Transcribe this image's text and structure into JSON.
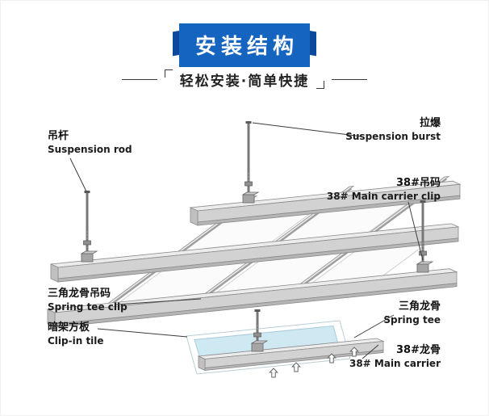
{
  "header": {
    "title": "安装结构",
    "subtitle": "轻松安装·简单快捷"
  },
  "labels": {
    "suspension_rod": {
      "zh": "吊杆",
      "en": "Suspension rod"
    },
    "suspension_burst": {
      "zh": "拉爆",
      "en": "Suspension burst"
    },
    "main_carrier_clip": {
      "zh": "38#吊码",
      "en": "38# Main carrier clip"
    },
    "spring_tee_clip": {
      "zh": "三角龙骨吊码",
      "en": "Spring tee clip"
    },
    "clip_in_tile": {
      "zh": "暗架方板",
      "en": "Clip-in tile"
    },
    "spring_tee": {
      "zh": "三角龙骨",
      "en": "Spring tee"
    },
    "main_carrier": {
      "zh": "38#龙骨",
      "en": "38# Main carrier"
    }
  },
  "colors": {
    "banner": "#1565c0",
    "banner_fold": "#0b4a9b",
    "tile_fill": "#cfe9f3",
    "metal_light": "#ececec",
    "metal_mid": "#d2d2d2",
    "metal_dark": "#b5b5b5",
    "leader_line": "#3c3c3c"
  },
  "icons": {
    "up_arrow": "push-up installation direction arrow"
  }
}
